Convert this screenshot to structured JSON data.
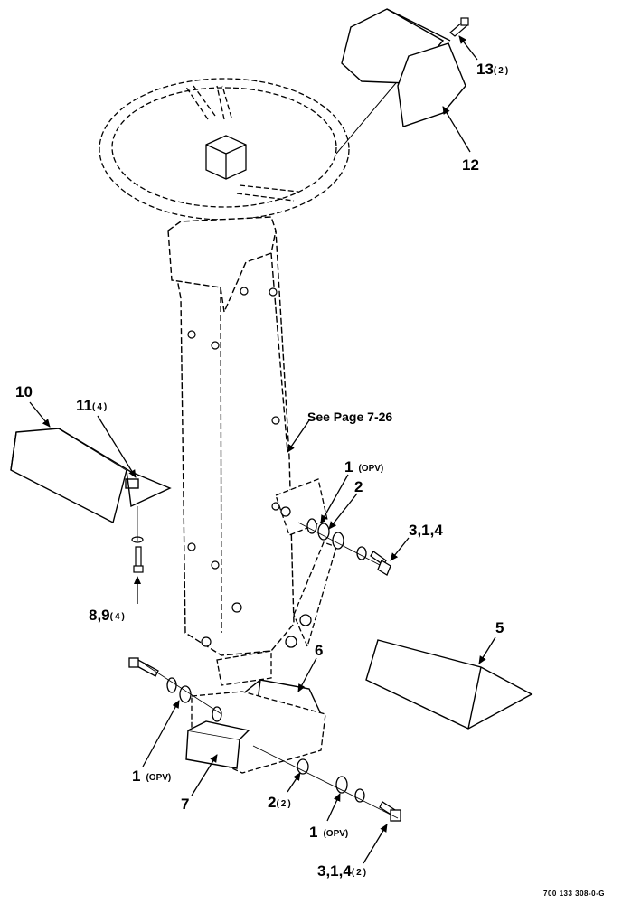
{
  "callouts": {
    "c1": {
      "num": "1",
      "qty": "(OPV)"
    },
    "c2": {
      "num": "2",
      "qty": ""
    },
    "c3": {
      "num": "3,1,4",
      "qty": ""
    },
    "c5": {
      "num": "5",
      "qty": ""
    },
    "c6": {
      "num": "6",
      "qty": ""
    },
    "c7": {
      "num": "7",
      "qty": ""
    },
    "c8": {
      "num": "8,9",
      "qty": "(4)"
    },
    "c10": {
      "num": "10",
      "qty": ""
    },
    "c11": {
      "num": "11",
      "qty": "(4)"
    },
    "c12": {
      "num": "12",
      "qty": ""
    },
    "c13": {
      "num": "13",
      "qty": "(2)"
    },
    "c1b": {
      "num": "1",
      "qty": "(OPV)"
    },
    "c2b": {
      "num": "2",
      "qty": "(2)"
    },
    "c1c": {
      "num": "1",
      "qty": "(OPV)"
    },
    "c3b": {
      "num": "3,1,4",
      "qty": "(2)"
    }
  },
  "reference_note": "See Page 7-26",
  "drawing_code": "700 133 308-0-G",
  "colors": {
    "line": "#000000",
    "background": "#ffffff"
  }
}
